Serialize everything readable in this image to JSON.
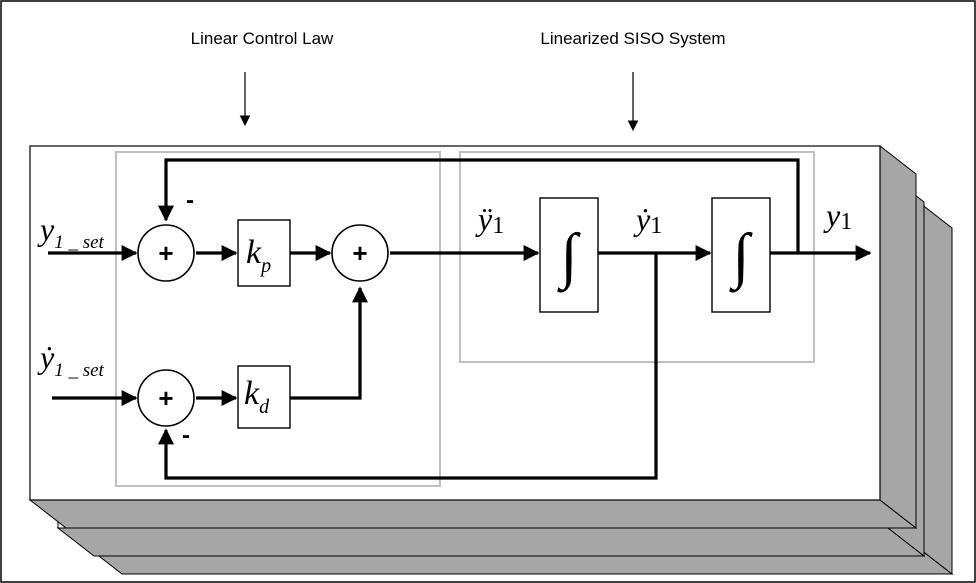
{
  "labels": {
    "control_law": "Linear Control Law",
    "siso_system": "Linearized SISO System"
  },
  "summing_junctions": {
    "plus_sign": "+",
    "minus_sign": "-"
  },
  "gains": {
    "kp_base": "k",
    "kp_sub": "p",
    "kd_base": "k",
    "kd_sub": "d"
  },
  "integrator_symbol": "∫",
  "signals": {
    "y1_set": {
      "base": "y",
      "sub": "1 _ set"
    },
    "y1dot_set": {
      "base": "ẏ",
      "sub": "1 _ set"
    },
    "y1ddot": {
      "base": "ÿ",
      "sub": "1"
    },
    "y1dot": {
      "base": "ẏ",
      "sub": "1"
    },
    "y1": {
      "base": "y",
      "sub": "1"
    }
  },
  "colors": {
    "stack_shadow": "#a6a6a6",
    "group_frame": "#c0c0c0",
    "line": "#000000",
    "background": "#ffffff"
  }
}
